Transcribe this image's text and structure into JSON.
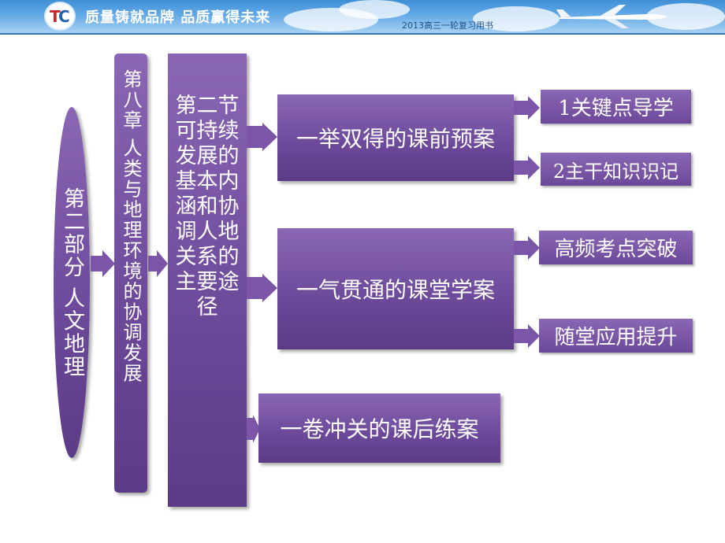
{
  "header": {
    "slogan": "质量铸就品牌  品质赢得未来",
    "series_label": "2013高三一轮复习用书"
  },
  "diagram": {
    "part": "第二部分 人文地理",
    "chapter": "第八章 人类与地理环境的协调发展",
    "section": "第二节 可持续发展的基本内涵和协调人地关系的主要途径",
    "branches": [
      {
        "label": "一举双得的课前预案",
        "children": [
          "1关键点导学",
          "2主干知识识记"
        ]
      },
      {
        "label": "一气贯通的课堂学案",
        "children": [
          "高频考点突破",
          "随堂应用提升"
        ]
      },
      {
        "label": "一卷冲关的课后练案",
        "children": []
      }
    ]
  },
  "colors": {
    "box": "#6c4899",
    "arrow": "#7b56a8",
    "banner": "#4f9ad9"
  }
}
